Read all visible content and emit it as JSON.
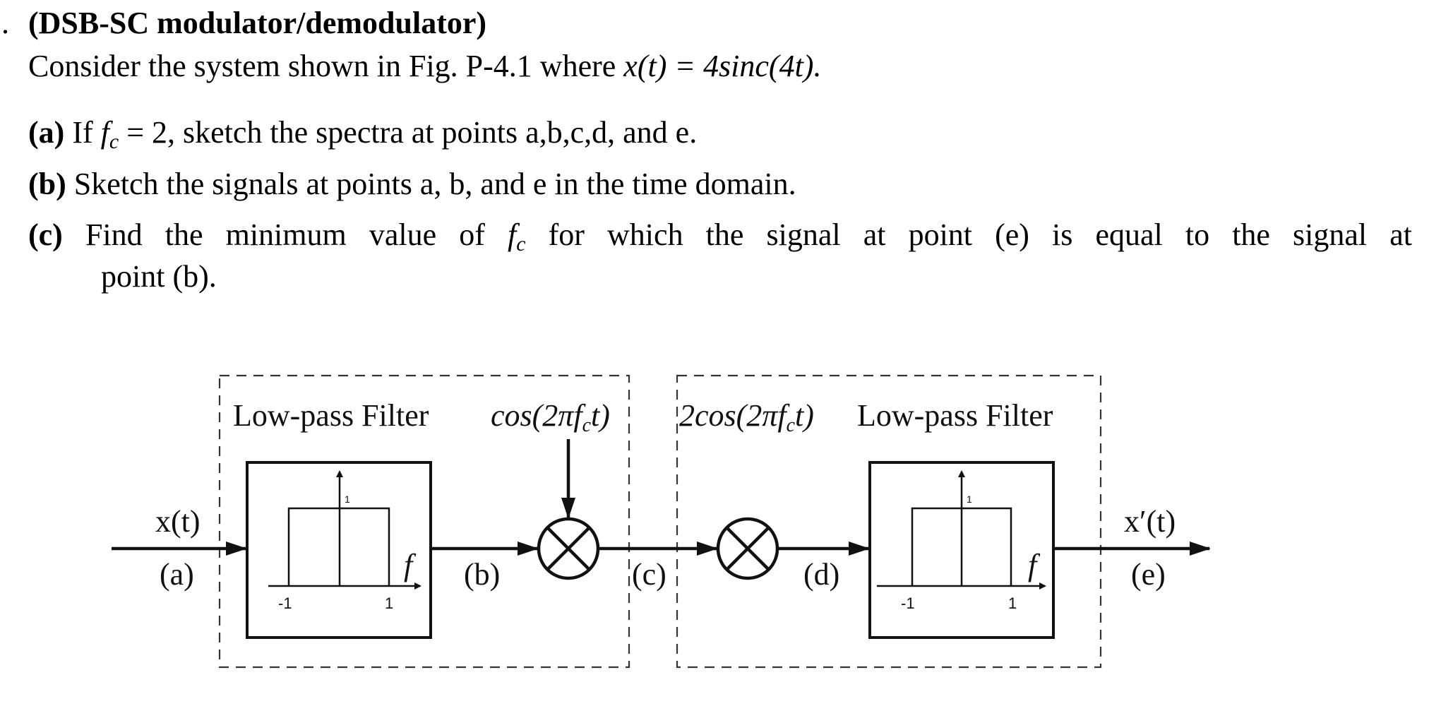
{
  "problem": {
    "bullet": ".",
    "title": "(DSB-SC modulator/demodulator)",
    "intro_prefix": "Consider the system shown in Fig. P-4.1 where ",
    "intro_math": "x(t) = 4sinc(4t).",
    "parts": [
      {
        "label": "(a)",
        "text_prefix": "If ",
        "math_var": "f",
        "math_sub": "c",
        "text_suffix": " = 2, sketch the spectra at points a,b,c,d, and e."
      },
      {
        "label": "(b)",
        "text": "Sketch the signals at points a, b, and e in the time domain."
      },
      {
        "label": "(c)",
        "text_prefix": "Find the minimum value of ",
        "math_var": "f",
        "math_sub": "c",
        "text_suffix": " for which the signal at point (e) is equal to the signal at",
        "continuation": "point (b)."
      }
    ]
  },
  "figure": {
    "modulator": {
      "filter_title": "Low-pass Filter",
      "carrier_label": "cos(2πf",
      "carrier_sub": "c",
      "carrier_tail": "t)"
    },
    "demodulator": {
      "carrier_label": "2cos(2πf",
      "carrier_sub": "c",
      "carrier_tail": "t)",
      "filter_title": "Low-pass Filter"
    },
    "filter_plot": {
      "height_label": "1",
      "axis_label": "f",
      "left_tick": "-1",
      "right_tick": "1"
    },
    "input_signal": "x(t)",
    "output_signal": "x′(t)",
    "points": [
      "(a)",
      "(b)",
      "(c)",
      "(d)",
      "(e)"
    ]
  }
}
